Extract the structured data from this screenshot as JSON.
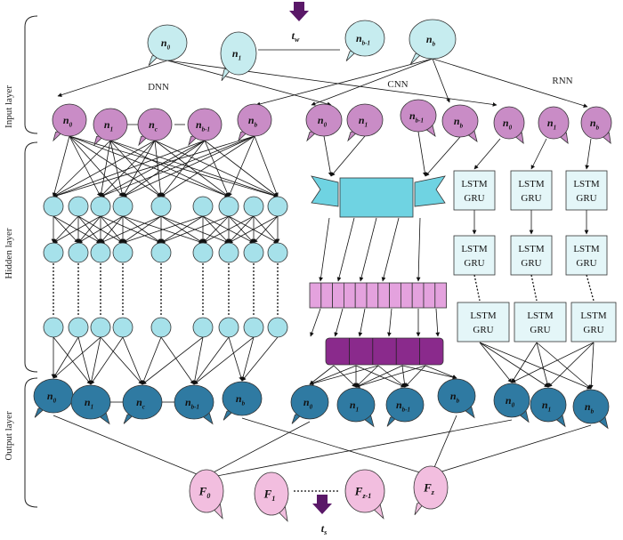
{
  "side_labels": {
    "input": "Input layer",
    "hidden": "Hidden layer",
    "output": "Output layer"
  },
  "branch_labels": {
    "dnn": "DNN",
    "cnn": "CNN",
    "rnn": "RNN"
  },
  "top": {
    "t_label": "t",
    "t_sub": "w",
    "nodes": [
      {
        "base": "n",
        "sub": "0"
      },
      {
        "base": "n",
        "sub": "1"
      },
      {
        "base": "n",
        "sub": "b-1"
      },
      {
        "base": "n",
        "sub": "b"
      }
    ]
  },
  "dnn_inputs": [
    {
      "base": "n",
      "sub": "0"
    },
    {
      "base": "n",
      "sub": "1"
    },
    {
      "base": "n",
      "sub": "c"
    },
    {
      "base": "n",
      "sub": "b-1"
    },
    {
      "base": "n",
      "sub": "b"
    }
  ],
  "cnn_inputs": [
    {
      "base": "n",
      "sub": "0"
    },
    {
      "base": "n",
      "sub": "1"
    },
    {
      "base": "n",
      "sub": "b-1"
    },
    {
      "base": "n",
      "sub": "b"
    }
  ],
  "rnn_inputs": [
    {
      "base": "n",
      "sub": "0"
    },
    {
      "base": "n",
      "sub": "1"
    },
    {
      "base": "n",
      "sub": "b"
    }
  ],
  "lstm": {
    "line1": "LSTM",
    "line2": "GRU"
  },
  "dnn_outputs": [
    {
      "base": "n",
      "sub": "0"
    },
    {
      "base": "n",
      "sub": "1"
    },
    {
      "base": "n",
      "sub": "c"
    },
    {
      "base": "n",
      "sub": "b-1"
    },
    {
      "base": "n",
      "sub": "b"
    }
  ],
  "cnn_outputs": [
    {
      "base": "n",
      "sub": "0"
    },
    {
      "base": "n",
      "sub": "1"
    },
    {
      "base": "n",
      "sub": "b-1"
    },
    {
      "base": "n",
      "sub": "b"
    }
  ],
  "rnn_outputs": [
    {
      "base": "n",
      "sub": "0"
    },
    {
      "base": "n",
      "sub": "1"
    },
    {
      "base": "n",
      "sub": "b"
    }
  ],
  "final": {
    "t_label": "t",
    "t_sub": "s",
    "nodes": [
      {
        "base": "F",
        "sub": "0"
      },
      {
        "base": "F",
        "sub": "1"
      },
      {
        "base": "F",
        "sub": "z-1"
      },
      {
        "base": "F",
        "sub": "z"
      }
    ]
  },
  "colors": {
    "top_node": "#c6ecef",
    "input_node": "#c98cc6",
    "hidden_node": "#a6e1ea",
    "output_node": "#2f7aa2",
    "final_node": "#f2bedf",
    "conv": "#6fd3e2",
    "pool_light": "#e4a2de",
    "pool_dark": "#8a2a8c",
    "lstm_box": "#e4f6f8",
    "arrow_down": "#5a1868"
  }
}
